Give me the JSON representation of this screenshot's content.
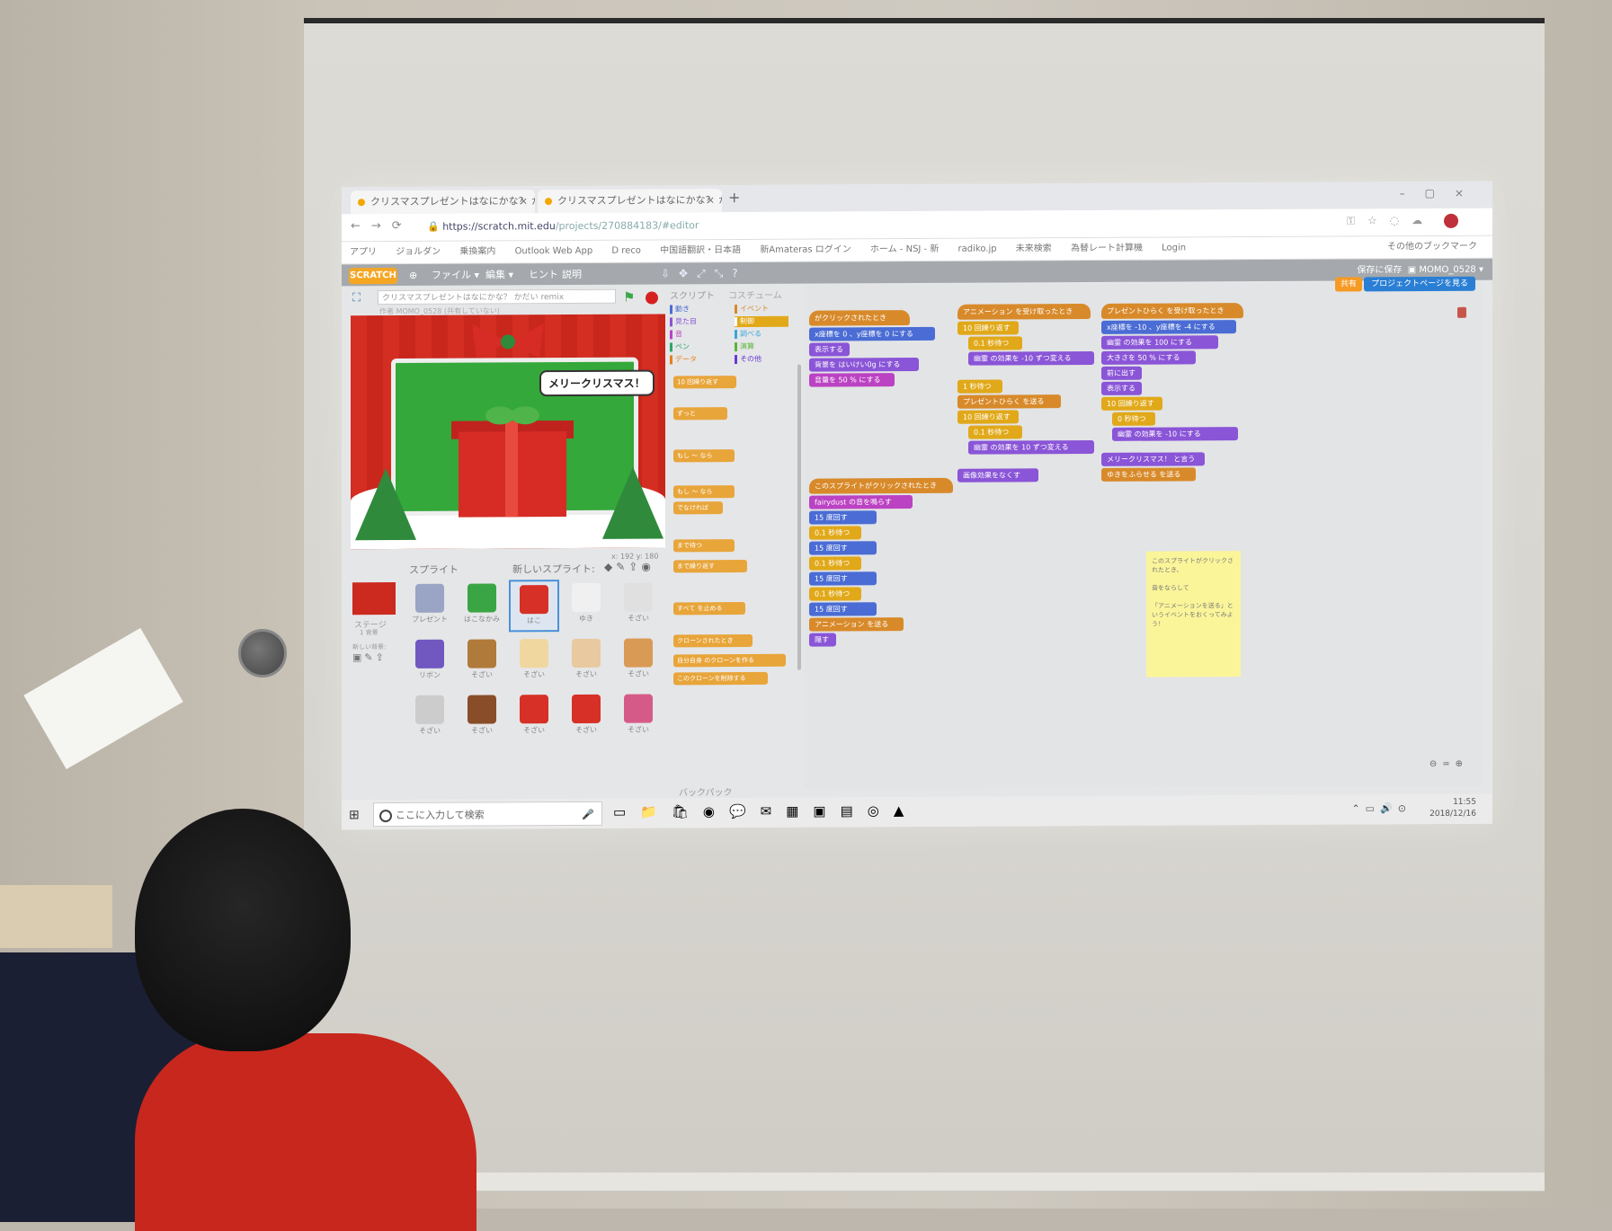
{
  "browser": {
    "tabs": [
      {
        "label": "クリスマスプレゼントはなにかな？ かだい"
      },
      {
        "label": "クリスマスプレゼントはなにかな？ かだい"
      }
    ],
    "new_tab": "+",
    "url_host": "https://scratch.mit.edu",
    "url_path": "/projects/270884183/#editor",
    "bookmarks": [
      "アプリ",
      "ジョルダン",
      "乗換案内",
      "Outlook Web App",
      "D reco",
      "中国語翻訳・日本語",
      "新Amateras ログイン",
      "ホーム - NSJ - 新",
      "radiko.jp",
      "未来検索",
      "為替レート計算機",
      "Login"
    ],
    "other_bookmarks": "その他のブックマーク"
  },
  "scratch": {
    "logo": "SCRATCH",
    "menu": [
      "ファイル ▾",
      "編集 ▾",
      "ヒント",
      "説明"
    ],
    "user": "MOMO_0528 ▾",
    "save_label": "保存に保存",
    "project_title": "クリスマスプレゼントはなにかな？ かだい remix",
    "author": "作者 MOMO_0528 (共有していない)",
    "share": "共有",
    "project_page": "プロジェクトページを見る",
    "speech_bubble": "メリークリスマス！",
    "coords": "x: 192  y: 180",
    "sprites_label": "スプライト",
    "new_sprite_label": "新しいスプライト:",
    "stage_label": "ステージ",
    "stage_sub": "1 背景",
    "new_backdrop_label": "新しい背景:",
    "sprites": [
      {
        "name": "プレゼント",
        "color": "#9aa4c4"
      },
      {
        "name": "はこなかみ",
        "color": "#3aa544"
      },
      {
        "name": "はこ",
        "color": "#d63027"
      },
      {
        "name": "ゆき",
        "color": "#f0f0f0"
      },
      {
        "name": "そざい",
        "color": "#e0e0e0"
      },
      {
        "name": "リボン",
        "color": "#7058c0"
      },
      {
        "name": "そざい",
        "color": "#b07a3a"
      },
      {
        "name": "そざい",
        "color": "#f0d7a0"
      },
      {
        "name": "そざい",
        "color": "#e9c9a0"
      },
      {
        "name": "そざい",
        "color": "#d99a56"
      },
      {
        "name": "そざい",
        "color": "#cccccc"
      },
      {
        "name": "そざい",
        "color": "#8a4d2a"
      },
      {
        "name": "そざい",
        "color": "#d63027"
      },
      {
        "name": "そざい",
        "color": "#d63027"
      },
      {
        "name": "そざい",
        "color": "#d65a88"
      }
    ],
    "palette_tabs": {
      "scripts": "スクリプト",
      "costumes": "コスチューム"
    },
    "categories": [
      {
        "label": "動き",
        "color": "#4a6cd4"
      },
      {
        "label": "イベント",
        "color": "#d88a2a"
      },
      {
        "label": "見た目",
        "color": "#8a55d7"
      },
      {
        "label": "制御",
        "color": "#e1a91a"
      },
      {
        "label": "音",
        "color": "#bb42c3"
      },
      {
        "label": "調べる",
        "color": "#3aa6d8"
      },
      {
        "label": "ペン",
        "color": "#2aa86a"
      },
      {
        "label": "演算",
        "color": "#5bb53b"
      },
      {
        "label": "データ",
        "color": "#e8801a"
      },
      {
        "label": "その他",
        "color": "#6a3ad0"
      }
    ],
    "palette_blocks": [
      "10 回繰り返す",
      "ずっと",
      "もし 〜 なら",
      "もし 〜 なら",
      "でなければ",
      "まで待つ",
      "まで繰り返す",
      "すべて を止める",
      "クローンされたとき",
      "自分自身 のクローンを作る",
      "このクローンを削除する"
    ],
    "backpack": "バックパック",
    "scripts": {
      "s1": [
        "がクリックされたとき",
        "x座標を 0 、y座標を 0 にする",
        "表示する",
        "背景を はいけい0g にする",
        "音量を 50 % にする"
      ],
      "s2": [
        "アニメーション を受け取ったとき",
        "10 回繰り返す",
        "0.1 秒待つ",
        "幽霊 の効果を -10 ずつ変える",
        "1 秒待つ",
        "プレゼントひらく を送る",
        "10 回繰り返す",
        "0.1 秒待つ",
        "幽霊 の効果を 10 ずつ変える",
        "画像効果をなくす"
      ],
      "s3": [
        "プレゼントひらく を受け取ったとき",
        "x座標を -10 、y座標を -4 にする",
        "幽霊 の効果を 100 にする",
        "大きさを 50 % にする",
        "前に出す",
        "表示する",
        "10 回繰り返す",
        "0 秒待つ",
        "幽霊 の効果を -10 にする",
        "メリークリスマス！ と言う",
        "ゆきをふらせる を送る"
      ],
      "s4": [
        "このスプライトがクリックされたとき",
        "fairydust の音を鳴らす",
        "15 度回す",
        "0.1 秒待つ",
        "15 度回す",
        "0.1 秒待つ",
        "15 度回す",
        "0.1 秒待つ",
        "15 度回す",
        "アニメーション を送る",
        "隠す"
      ]
    },
    "comment": [
      "このスプライトがクリックされたとき、",
      "音をならして",
      "「アニメーションを送る」というイベントをおくってみよう！"
    ]
  },
  "taskbar": {
    "search_placeholder": "ここに入力して検索",
    "time": "11:55",
    "date": "2018/12/16"
  }
}
